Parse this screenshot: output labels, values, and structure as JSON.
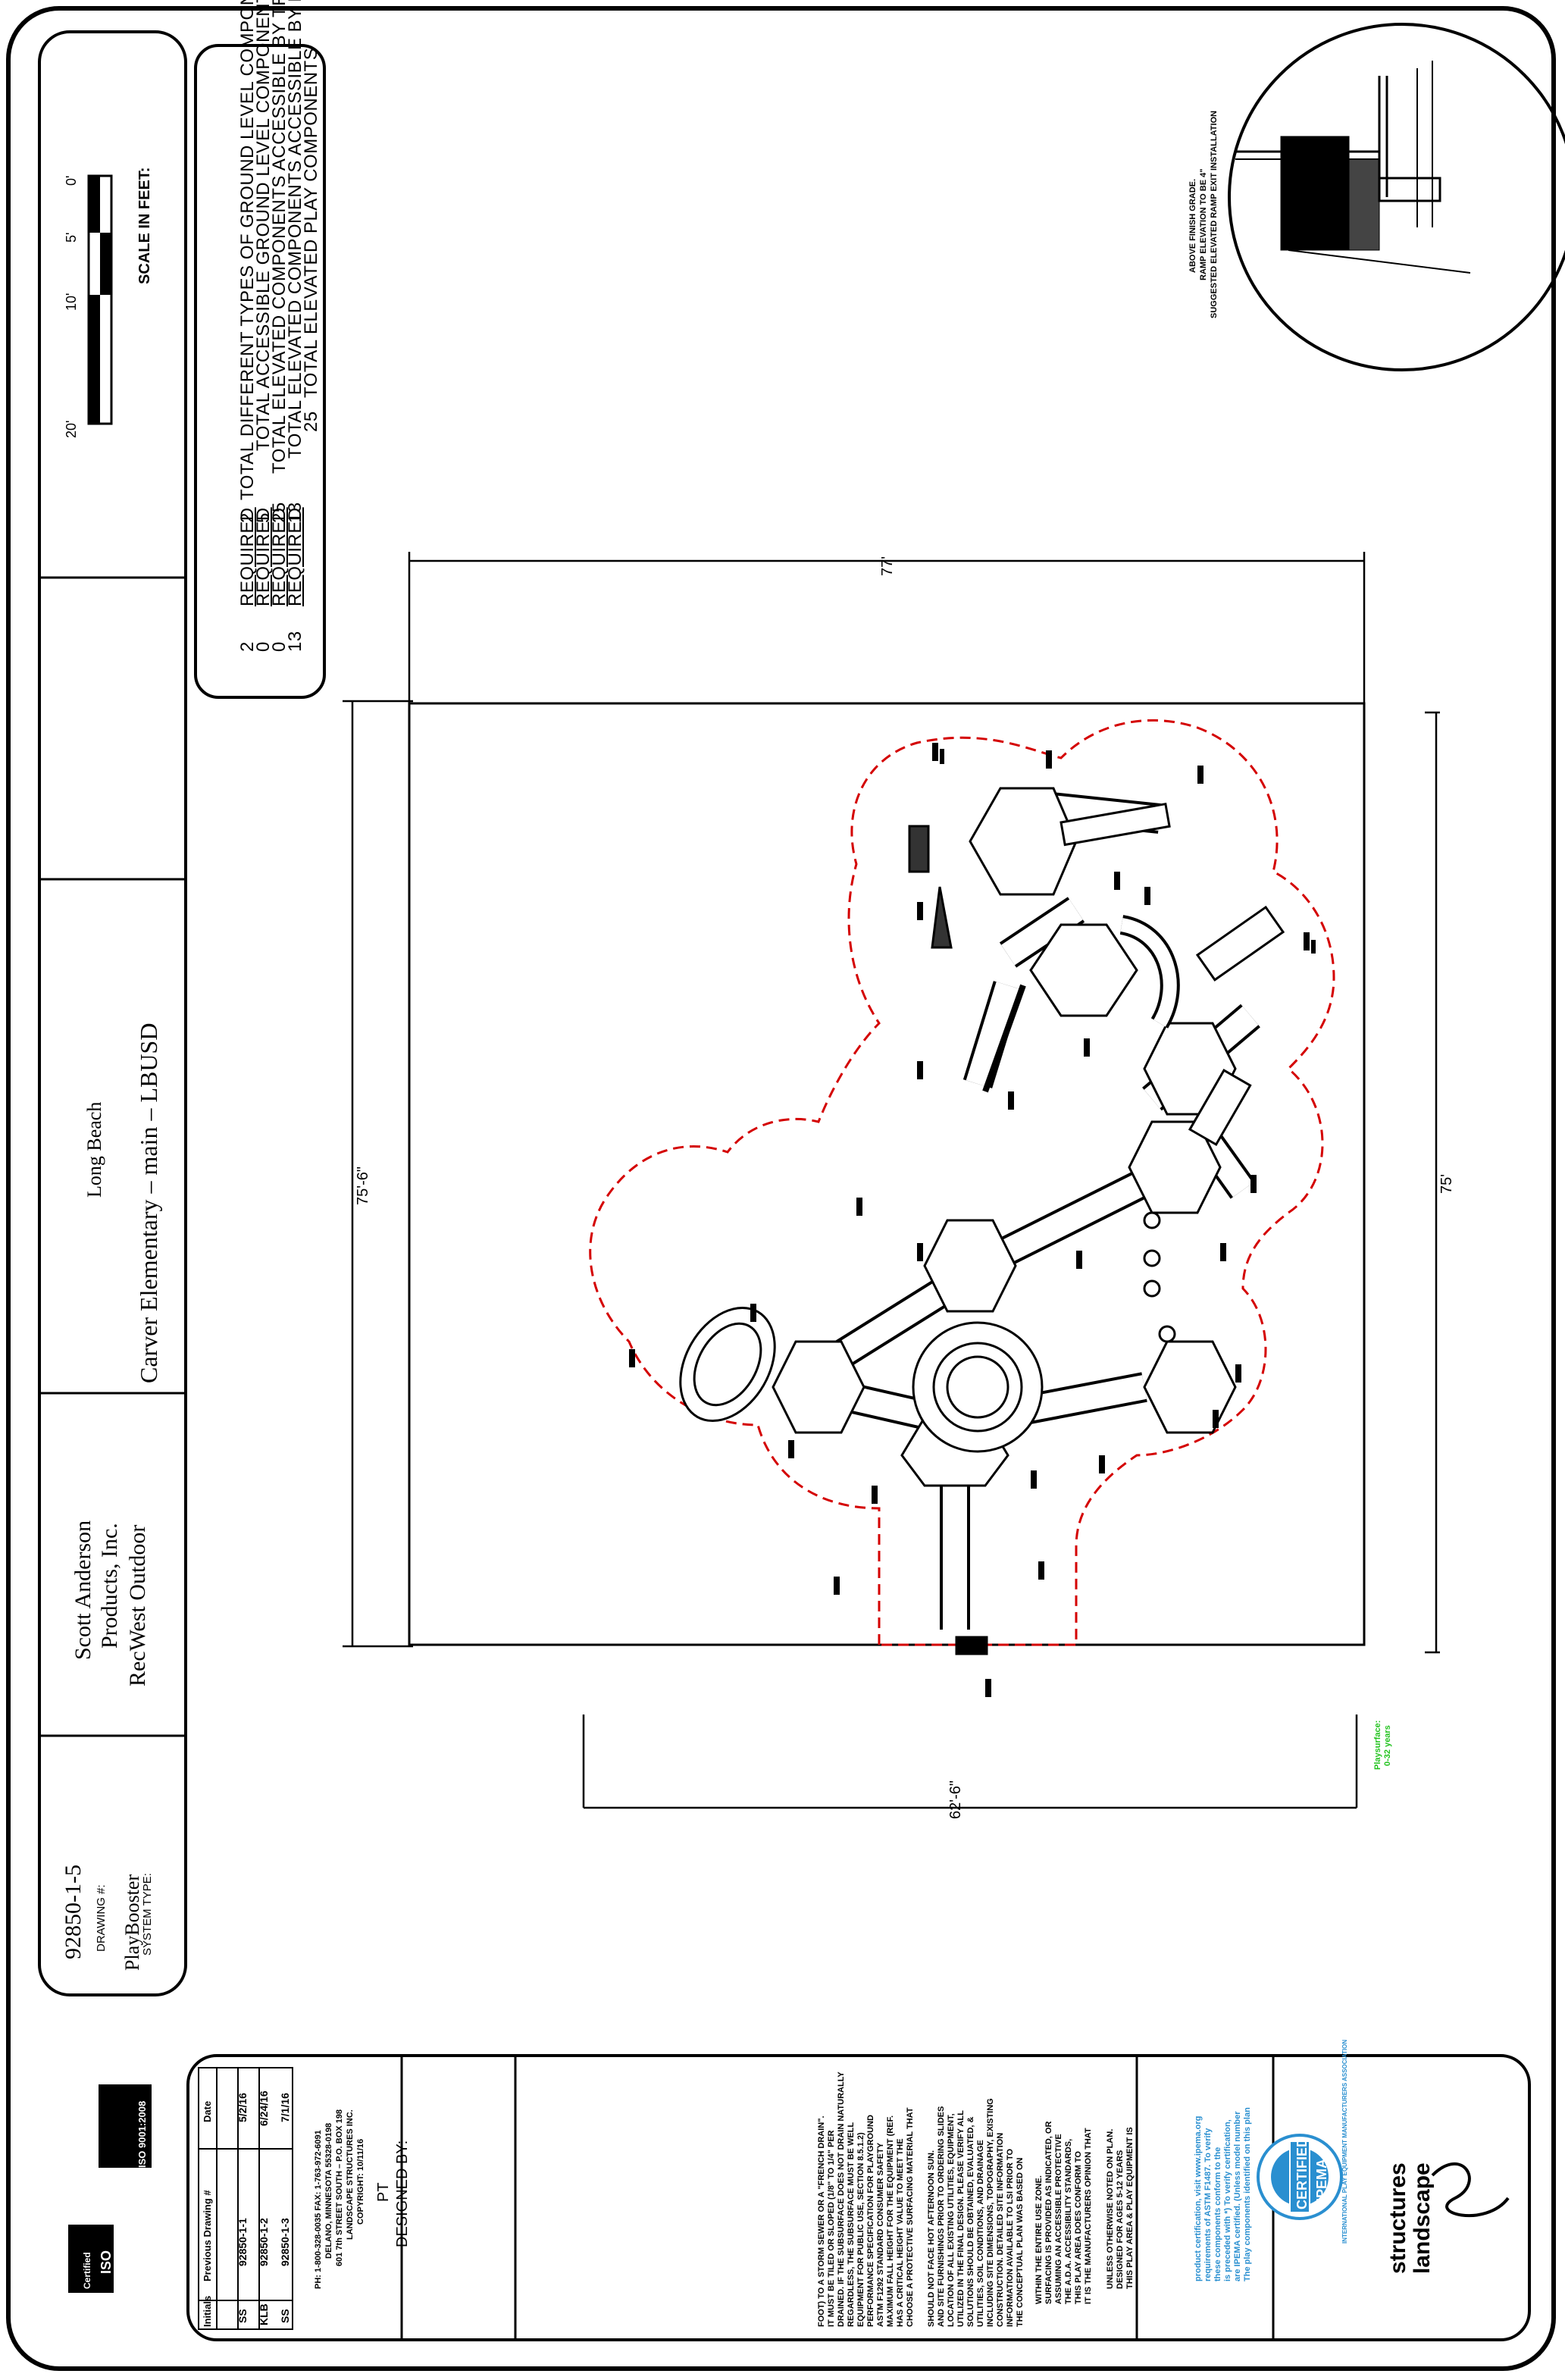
{
  "project": {
    "name": "Carver Elementary  –  main  –  LBUSD",
    "location": "Long Beach"
  },
  "dealer": {
    "company_line1": "RecWest Outdoor",
    "company_line2": "Products, Inc.",
    "contact": "Scott Anderson"
  },
  "system": {
    "type_label": "SYSTEM TYPE:",
    "type_value": "PlayBooster",
    "drawing_label": "DRAWING #:",
    "drawing_value": "92850-1-5"
  },
  "scale": {
    "title": "SCALE IN FEET:",
    "ticks": [
      "0'",
      "5'",
      "10'",
      "20'"
    ]
  },
  "totals": [
    {
      "label": "TOTAL ELEVATED PLAY COMPONENTS",
      "value": "25",
      "required_label": "",
      "required_value": ""
    },
    {
      "label": "TOTAL ELEVATED COMPONENTS ACCESSIBLE BY RAMP",
      "value": "13",
      "required_label": "REQUIRED",
      "required_value": "13"
    },
    {
      "label": "TOTAL ELEVATED COMPONENTS ACCESSIBLE BY TRANSFER",
      "value": "25",
      "required_label": "REQUIRED",
      "required_value": "0"
    },
    {
      "label": "TOTAL ACCESSIBLE GROUND LEVEL COMPONENTS SHOWN",
      "value": "5",
      "required_label": "REQUIRED",
      "required_value": "0"
    },
    {
      "label": "TOTAL DIFFERENT TYPES OF GROUND LEVEL COMPONENTS",
      "value": "2",
      "required_label": "REQUIRED",
      "required_value": "2"
    }
  ],
  "dimensions": {
    "top": "77'",
    "left": "75'-6\"",
    "right": "75'",
    "bottom": "62'-6\""
  },
  "detail_caption": {
    "line1": "SUGGESTED ELEVATED RAMP EXIT INSTALLATION",
    "line2": "RAMP ELEVATION TO BE 4\"",
    "line3": "ABOVE FINISH GRADE."
  },
  "playsurface_note": {
    "line1": "Playsurface:",
    "line2": "0-32 years"
  },
  "brand": {
    "name_line1": "landscape",
    "name_line2": "structures",
    "ipema_ring": "INTERNATIONAL PLAY EQUIPMENT MANUFACTURERS ASSOCIATION",
    "ipema_word": "IPEMA",
    "certified": "CERTIFIED",
    "ipema_text": [
      "The play components identified on this plan",
      "are IPEMA certified. (Unless model number",
      "is preceded with *) To verify certification,",
      "these components conform to the",
      "requirements of ASTM F1487. To verify",
      "product certification, visit www.ipema.org"
    ]
  },
  "notes": {
    "ages": [
      "THIS PLAY AREA & PLAY EQUIPMENT IS",
      "DESIGNED FOR AGES 5-12 YEARS",
      "UNLESS OTHERWISE NOTED ON PLAN."
    ],
    "opinion": [
      "IT IS THE MANUFACTURERS OPINION THAT",
      "THIS PLAY AREA DOES CONFORM TO",
      "THE A.D.A. ACCESSIBILITY STANDARDS,",
      "ASSUMING AN ACCESSIBLE PROTECTIVE",
      "SURFACING IS PROVIDED AS INDICATED, OR",
      "WITHIN THE ENTIRE USE ZONE."
    ],
    "conceptual": [
      "THE CONCEPTUAL PLAN WAS BASED ON",
      "INFORMATION AVAILABLE TO LSI PRIOR TO",
      "CONSTRUCTION. DETAILED SITE INFORMATION",
      "INCLUDING SITE DIMENSIONS, TOPOGRAPHY, EXISTING",
      "UTILITIES, SOIL CONDITIONS, AND DRAINAGE",
      "SOLUTIONS SHOULD BE OBTAINED, EVALUATED, &",
      "UTILIZED IN THE FINAL DESIGN. PLEASE VERIFY ALL",
      "LOCATION OF ALL EXISTING UTILITIES, EQUIPMENT,",
      "AND SITE FURNISHINGS PRIOR TO ORDERING SLIDES",
      "SHOULD NOT FACE HOT AFTERNOON SUN."
    ],
    "surfacing": [
      "CHOOSE A PROTECTIVE SURFACING MATERIAL THAT",
      "HAS A CRITICAL HEIGHT VALUE TO MEET THE",
      "MAXIMUM FALL HEIGHT FOR THE EQUIPMENT (REF.",
      "ASTM F1292 STANDARD CONSUMER SAFETY",
      "PERFORMANCE SPECIFICATION FOR PLAYGROUND",
      "EQUIPMENT FOR PUBLIC USE, SECTION 8.5.1.2)",
      "REGARDLESS, THE SUBSURFACE MUST BE WELL",
      "DRAINED. IF THE SUBSURFACE DOES NOT DRAIN NATURALLY",
      "IT MUST BE TILED OR SLOPED (1/8\" TO 1/4\" PER",
      "FOOT) TO A STORM SEWER OR A \"FRENCH DRAIN\"."
    ]
  },
  "designed_by": {
    "label": "DESIGNED BY:",
    "name": "PT",
    "copyright": "COPYRIGHT: 10/11/16",
    "company": "LANDSCAPE STRUCTURES INC.",
    "address": "601 7th STREET SOUTH – P.O. BOX 198",
    "city": "DELANO, MINNESOTA 55328-0198",
    "phone": "PH: 1-800-328-0035   FAX: 1-763-972-6091"
  },
  "revisions": {
    "headers": [
      "Date",
      "Previous Drawing #",
      "Initials"
    ],
    "rows": [
      [
        "7/1/16",
        "92850-1-3",
        "SS"
      ],
      [
        "6/24/16",
        "92850-1-2",
        "KLB"
      ],
      [
        "5/2/16",
        "92850-1-1",
        "SS"
      ]
    ]
  },
  "iso": {
    "badge": "ISO 9001:2008",
    "cert_word": "ISO",
    "cert_label": "Certified"
  },
  "colors": {
    "line": "#000000",
    "use_zone": "#d40000",
    "ipema_blue": "#2a8fd0",
    "surface_note": "#22c31e"
  }
}
